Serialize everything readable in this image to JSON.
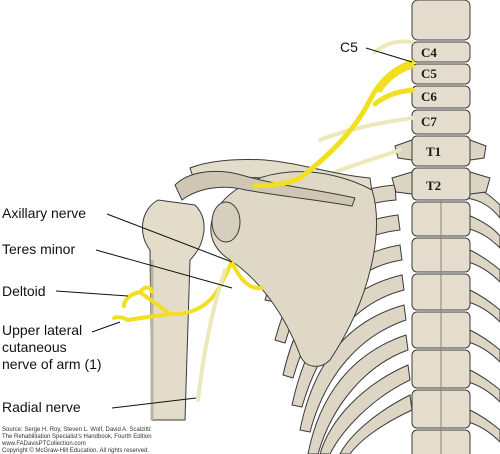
{
  "labels": {
    "c5_root": "C5",
    "axillary_nerve": "Axillary nerve",
    "teres_minor": "Teres minor",
    "deltoid": "Deltoid",
    "upper_lateral_1": "Upper lateral",
    "upper_lateral_2": "cutaneous",
    "upper_lateral_3": "nerve of arm (1)",
    "radial_nerve": "Radial nerve"
  },
  "vertebrae": [
    "C4",
    "C5",
    "C6",
    "C7",
    "T1",
    "T2"
  ],
  "source": {
    "line1": "Source: Serge H. Roy, Steven L. Wolf, David A. Scalzitti:",
    "line2": "The Rehabilitation Specialist's Handbook, Fourth Edition",
    "line3": "www.FADavisPTCollection.com",
    "line4": "Copyright © McGraw-Hill Education. All rights reserved."
  },
  "colors": {
    "nerve": "#f2df1f",
    "pale_nerve": "#ece9b8",
    "bone": "#e3dccb",
    "bone_shadow": "#c9c0ad",
    "outline": "#3b3b3b"
  }
}
